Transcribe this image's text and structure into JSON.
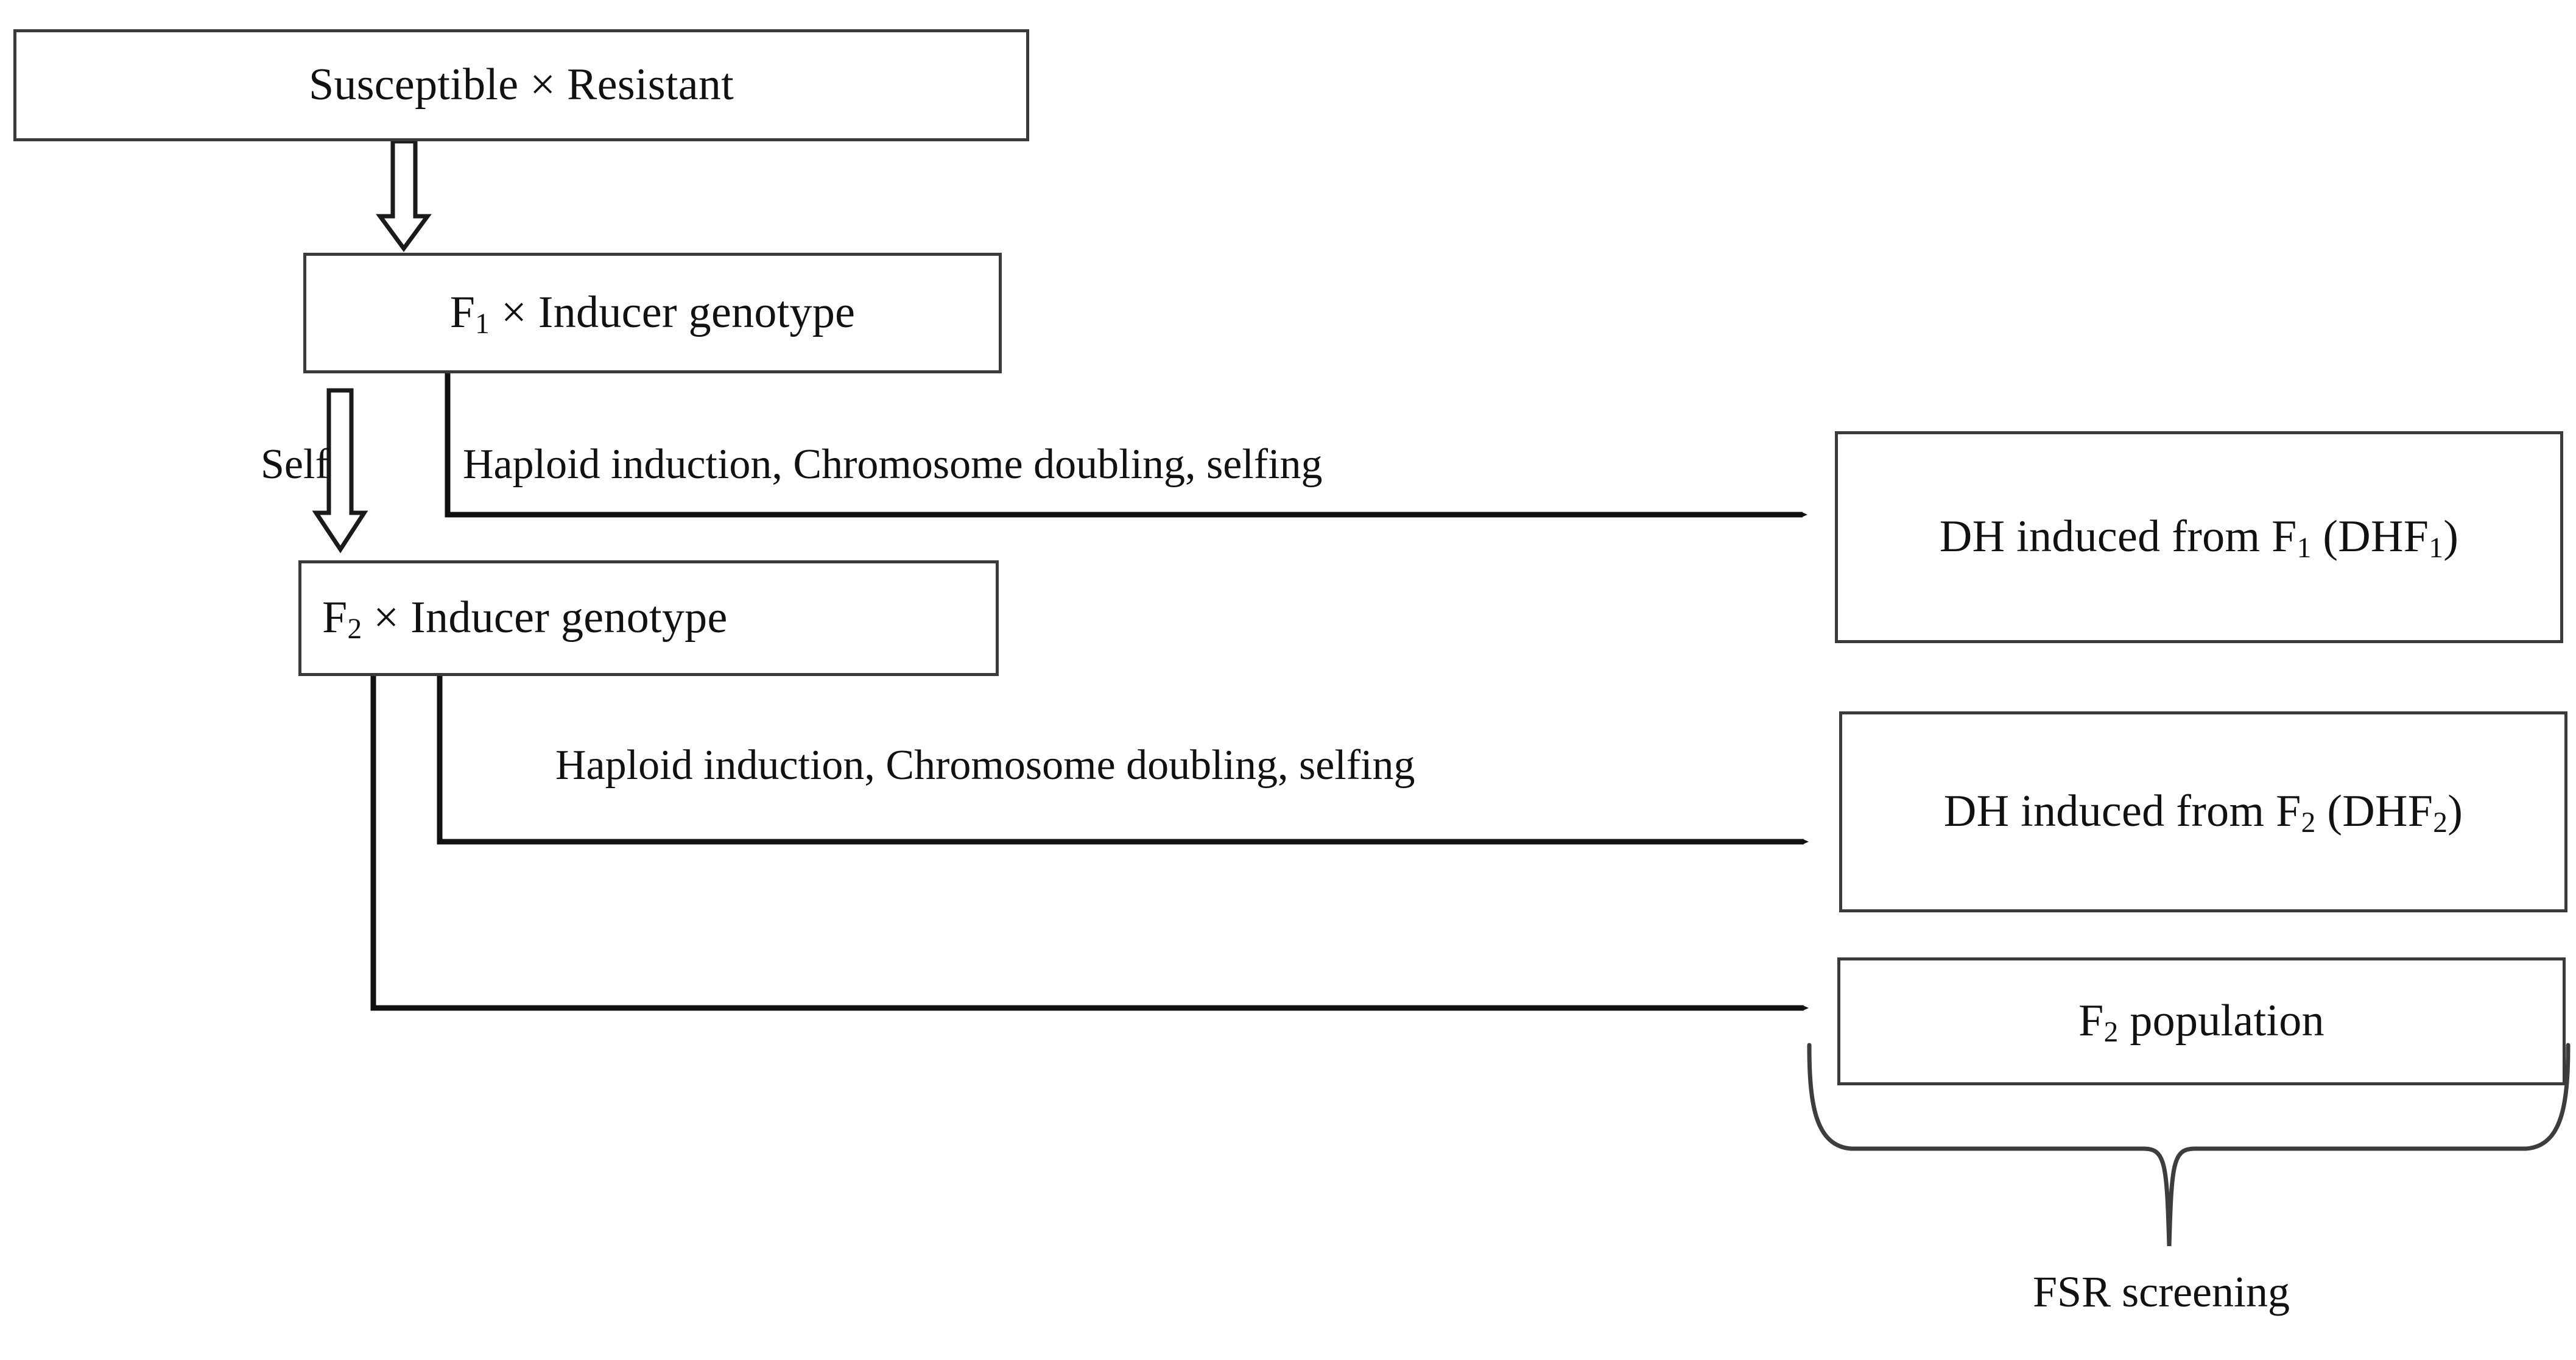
{
  "diagram": {
    "title_text": "",
    "colors": {
      "box_border": "#3a3a3a",
      "line": "#111111",
      "background": "#ffffff",
      "text": "#111111"
    },
    "nodes": {
      "cross": {
        "label": "Susceptible × Resistant"
      },
      "f1_cross": {
        "label_pre": "F",
        "label_sub": "1",
        "label_post": " × Inducer genotype"
      },
      "f2_cross": {
        "label_pre": "F",
        "label_sub": "2",
        "label_post": " × Inducer genotype"
      },
      "dhf1": {
        "seg1": "DH induced from F",
        "sub1": "1",
        "seg2": " (DHF",
        "sub2": "1",
        "seg3": ")"
      },
      "dhf2": {
        "seg1": "DH induced from F",
        "sub1": "2",
        "seg2": " (DHF",
        "sub2": "2",
        "seg3": ")"
      },
      "f2_population": {
        "label_pre": "F",
        "label_sub": "2",
        "label_post": " population"
      }
    },
    "edge_labels": {
      "self": "Self",
      "haploid_from_f1": "Haploid induction, Chromosome doubling, selfing",
      "haploid_from_f2": "Haploid induction, Chromosome doubling, selfing"
    },
    "brace": {
      "label": "FSR screening"
    }
  }
}
